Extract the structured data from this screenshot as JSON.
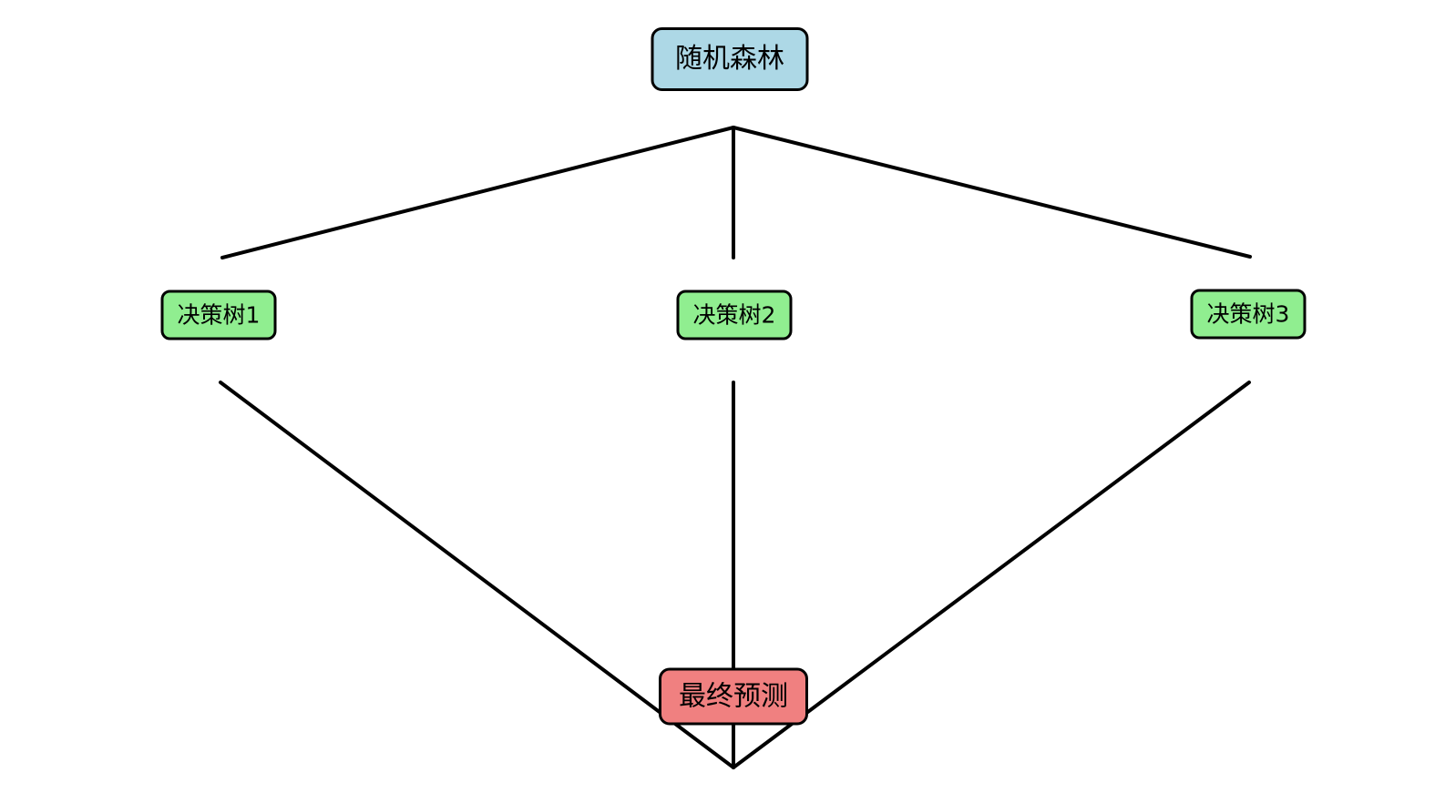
{
  "nodes": {
    "root": {
      "label": "随机森林",
      "fill": "#ADD8E6",
      "border": "#000000"
    },
    "tree1": {
      "label": "决策树1",
      "fill": "#90EE90",
      "border": "#000000"
    },
    "tree2": {
      "label": "决策树2",
      "fill": "#90EE90",
      "border": "#000000"
    },
    "tree3": {
      "label": "决策树3",
      "fill": "#90EE90",
      "border": "#000000"
    },
    "final": {
      "label": "最终预测",
      "fill": "#F08080",
      "border": "#000000"
    }
  },
  "edges": [
    {
      "from": "root",
      "to": "tree1"
    },
    {
      "from": "root",
      "to": "tree2"
    },
    {
      "from": "root",
      "to": "tree3"
    },
    {
      "from": "tree1",
      "to": "final"
    },
    {
      "from": "tree2",
      "to": "final"
    },
    {
      "from": "tree3",
      "to": "final"
    }
  ],
  "colors": {
    "background": "#FFFFFF",
    "edge": "#000000"
  }
}
